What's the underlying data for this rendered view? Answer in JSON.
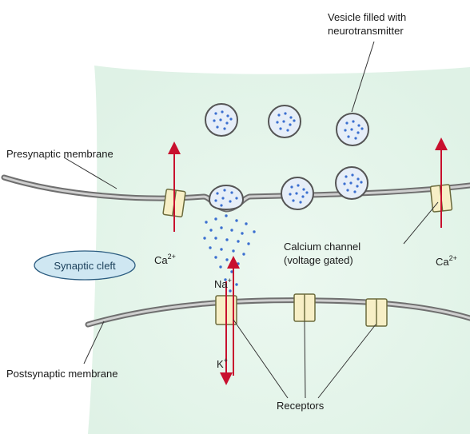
{
  "labels": {
    "vesicle_line1": "Vesicle filled with",
    "vesicle_line2": "neurotransmitter",
    "presynaptic": "Presynaptic membrane",
    "calcium_line1": "Calcium channel",
    "calcium_line2": "(voltage gated)",
    "synaptic_cleft": "Synaptic cleft",
    "postsynaptic": "Postsynaptic membrane",
    "receptors": "Receptors"
  },
  "ions": {
    "ca_left_base": "Ca",
    "ca_left_sup": "2+",
    "ca_right_base": "Ca",
    "ca_right_sup": "2+",
    "na_base": "Na",
    "na_sup": "+",
    "k_base": "K",
    "k_sup": "+"
  },
  "colors": {
    "cleft_fill": "#dff2e6",
    "membrane": "#777777",
    "channel_fill": "#f7efc6",
    "channel_stroke": "#6b6b3d",
    "vesicle_fill": "#e6eef8",
    "vesicle_dot": "#3b6fd0",
    "arrow": "#c8102e",
    "cleft_label_fill": "#cfe7f2"
  }
}
